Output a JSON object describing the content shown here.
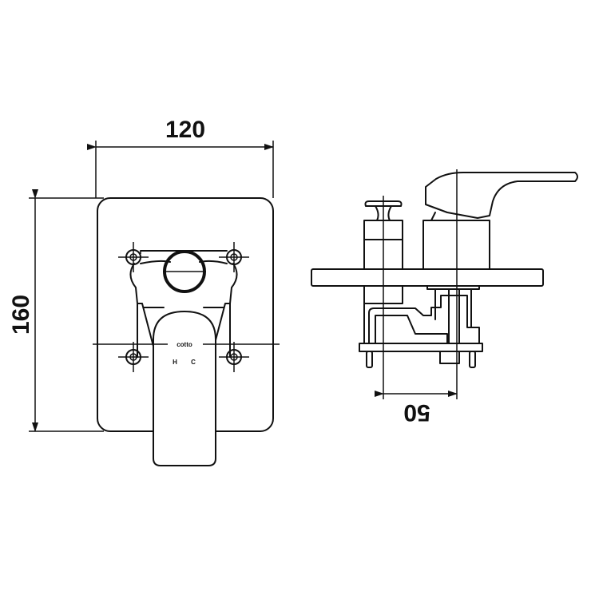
{
  "dimensions": {
    "width_label": "120",
    "height_label": "160",
    "depth_label": "50"
  },
  "handle_markings": {
    "brand": "cotto",
    "hot": "H",
    "cold": "C"
  },
  "colors": {
    "line": "#111111",
    "background": "#ffffff"
  }
}
